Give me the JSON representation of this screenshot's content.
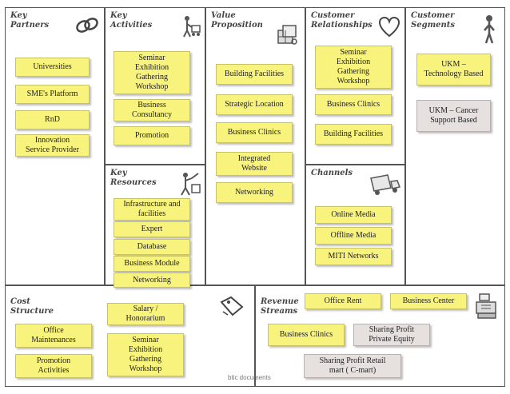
{
  "sections": {
    "key_partners": {
      "title": "Key\nPartners"
    },
    "key_activities": {
      "title": "Key\nActivities"
    },
    "value_proposition": {
      "title": "Value\nProposition"
    },
    "customer_relationships": {
      "title": "Customer\nRelationships"
    },
    "customer_segments": {
      "title": "Customer\nSegments"
    },
    "key_resources": {
      "title": "Key\nResources"
    },
    "channels": {
      "title": "Channels"
    },
    "cost_structure": {
      "title": "Cost\nStructure"
    },
    "revenue_streams": {
      "title": "Revenue\nStreams"
    }
  },
  "notes": {
    "key_partners": [
      "Universities",
      "SME's Platform",
      "RnD",
      "Innovation\nService Provider"
    ],
    "key_activities": [
      "Seminar\nExhibition\nGathering\nWorkshop",
      "Business\nConsultancy",
      "Promotion"
    ],
    "value_proposition": [
      "Building Facilities",
      "Strategic Location",
      "Business Clinics",
      "Integrated\nWebsite",
      "Networking"
    ],
    "customer_relationships": [
      "Seminar\nExhibition\nGathering\nWorkshop",
      "Business Clinics",
      "Building Facilities"
    ],
    "customer_segments": [
      "UKM –\nTechnology Based",
      "UKM – Cancer\nSupport Based"
    ],
    "key_resources": [
      "Infrastructure and\nfacilities",
      "Expert",
      "Database",
      "Business Module",
      "Networking"
    ],
    "channels": [
      "Online Media",
      "Offline Media",
      "MITI Networks"
    ],
    "cost_structure": [
      "Salary /\nHonorarium",
      "Office\nMaintenances",
      "Promotion\nActivities",
      "Seminar\nExhibition\nGathering\nWorkshop"
    ],
    "revenue_streams": [
      "Office Rent",
      "Business Center",
      "Business Clinics",
      "Sharing Profit\nPrivate Equity",
      "Sharing Profit Retail\nmart ( C-mart)"
    ]
  },
  "icons": {
    "key_partners": "chain-link-icon",
    "key_activities": "person-with-cart-icon",
    "value_proposition": "gift-box-icon",
    "customer_relationships": "heart-icon",
    "customer_segments": "person-icon",
    "key_resources": "worker-with-tools-icon",
    "channels": "delivery-truck-icon",
    "cost_structure": "price-tag-icon",
    "revenue_streams": "cash-register-icon"
  },
  "colors": {
    "note_yellow": "#f8f37c",
    "note_grey": "#e6e1df",
    "border": "#555555"
  },
  "footer": {
    "watermark": "btic documents"
  }
}
